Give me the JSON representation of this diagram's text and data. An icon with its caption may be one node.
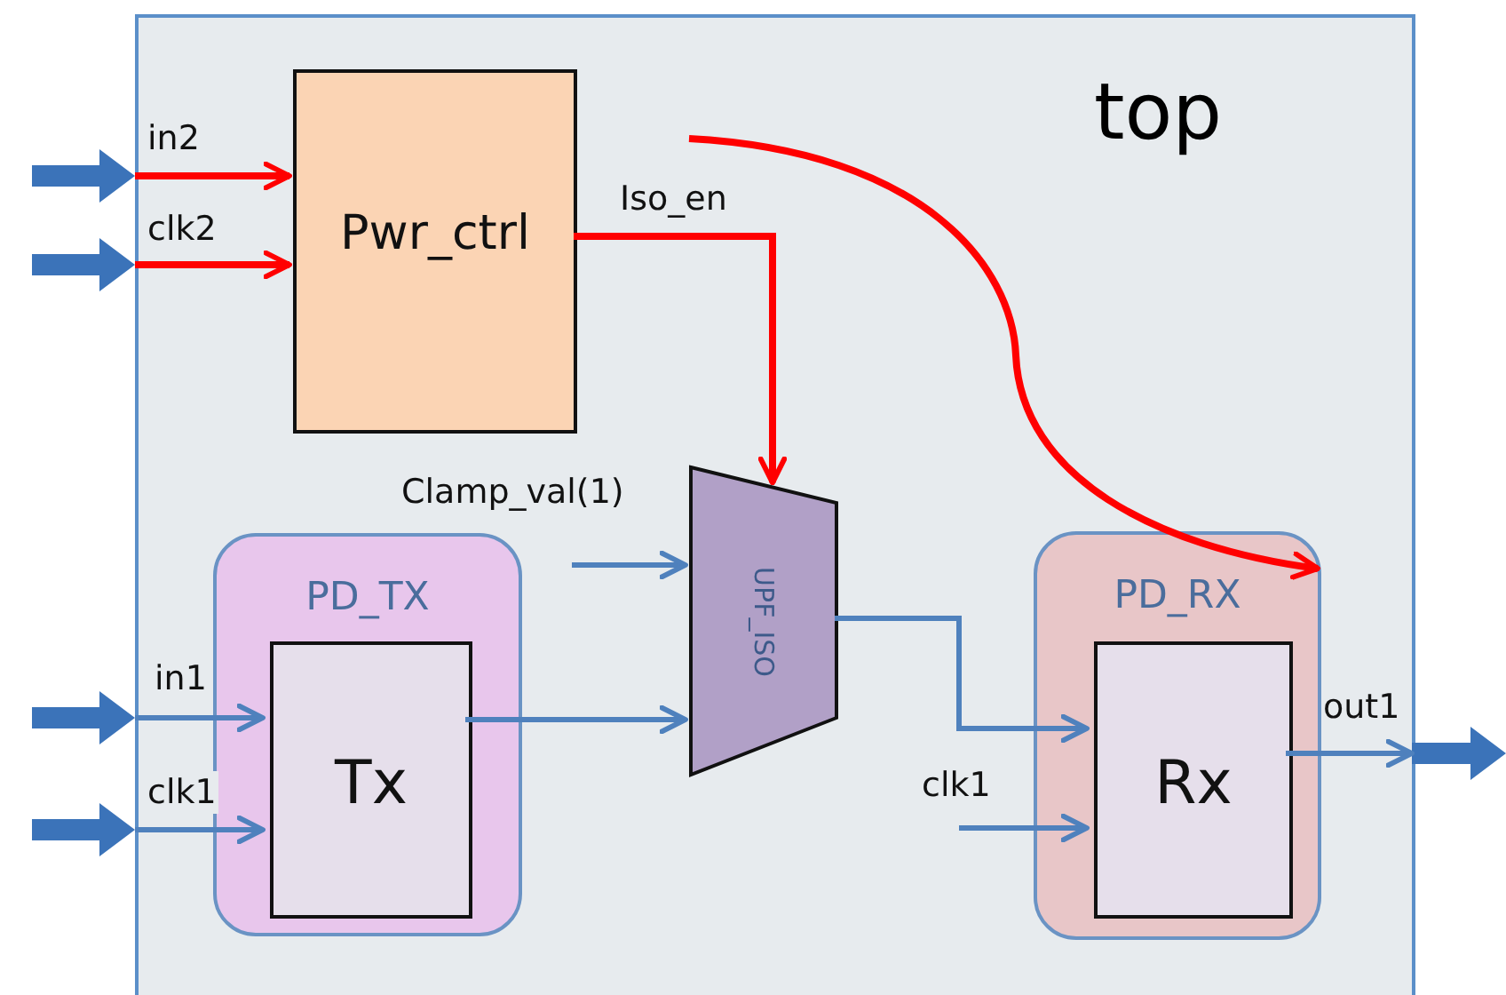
{
  "diagram": {
    "nodes": [
      {
        "text": [
          "top"
        ]
      },
      {
        "text": [
          "Pwr_ctrl"
        ],
        "in": 0
      },
      {
        "text": [
          "UPF_ISO"
        ],
        "in": 0
      },
      {
        "text": [
          "PD_TX"
        ],
        "in": 0
      },
      {
        "text": [
          "Tx"
        ],
        "in": 3
      },
      {
        "text": [
          "PD_RX"
        ],
        "in": 0
      },
      {
        "text": [
          "Rx"
        ],
        "in": 5
      },
      {
        "text": [],
        "shape": "arrow"
      },
      {
        "text": [],
        "shape": "arrow"
      },
      {
        "text": [],
        "shape": "arrow"
      },
      {
        "text": [],
        "shape": "arrow"
      },
      {
        "text": [],
        "shape": "arrow"
      }
    ],
    "edges": [
      {
        "from": 7,
        "to": 1,
        "arrow": "to",
        "label": "in2",
        "color": "#ff0000"
      },
      {
        "from": 8,
        "to": 1,
        "arrow": "to",
        "label": "clk2",
        "color": "#ff0000"
      },
      {
        "from": 1,
        "to": 2,
        "arrow": "to",
        "label": "Iso_en",
        "color": "#ff0000"
      },
      {
        "from": null,
        "to": 2,
        "arrow": "to",
        "label": "Clamp_val(1)"
      },
      {
        "from": 9,
        "to": 4,
        "arrow": "to",
        "label": "in1"
      },
      {
        "from": 10,
        "to": 4,
        "arrow": "to",
        "label": "clk1"
      },
      {
        "from": 4,
        "to": 2,
        "arrow": "to"
      },
      {
        "from": 2,
        "to": 6,
        "arrow": "to"
      },
      {
        "from": null,
        "to": 6,
        "arrow": "to",
        "label": "clk1"
      },
      {
        "from": 6,
        "to": 11,
        "arrow": "to",
        "label": "out1"
      },
      {
        "from": null,
        "to": 5,
        "arrow": "to",
        "color": "#ff0000"
      }
    ]
  }
}
